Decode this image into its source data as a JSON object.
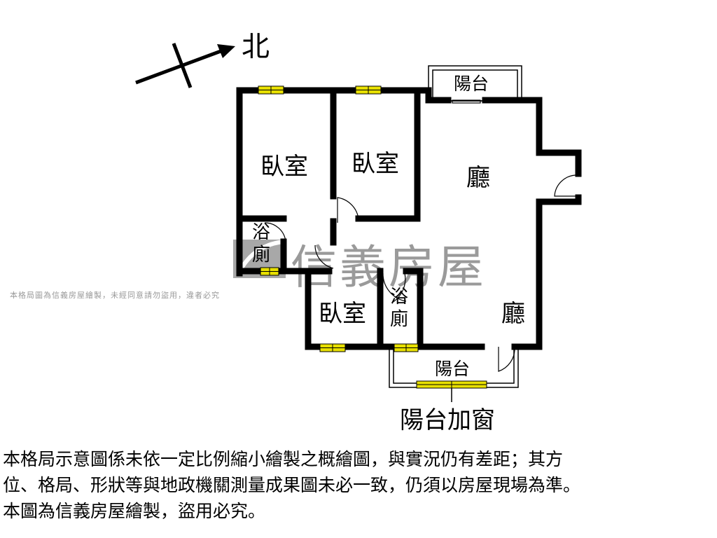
{
  "compass": {
    "north_label": "北"
  },
  "rooms": {
    "bedroom_1": "臥室",
    "bedroom_2": "臥室",
    "bedroom_3": "臥室",
    "living_upper": "廳",
    "living_lower": "廳",
    "bath_1": [
      "浴",
      "廁"
    ],
    "bath_2": [
      "浴",
      "廁"
    ],
    "balcony_top": "陽台",
    "balcony_bottom": "陽台",
    "balcony_window_callout": "陽台加窗"
  },
  "watermark": {
    "brand": "信義房屋",
    "notice": "本格局圖為信義房屋繪製，未經同意請勿盜用，違者必究"
  },
  "disclaimer": [
    "本格局示意圖係未依一定比例縮小繪製之概繪圖，與實況仍有差距；其方",
    "位、格局、形狀等與地政機關測量成果圖未必一致，仍須以房屋現場為準。",
    "本圖為信義房屋繪製，盜用必究。"
  ],
  "colors": {
    "wall": "#000000",
    "window": "#e8e000",
    "watermark": "#9a9a9a"
  }
}
